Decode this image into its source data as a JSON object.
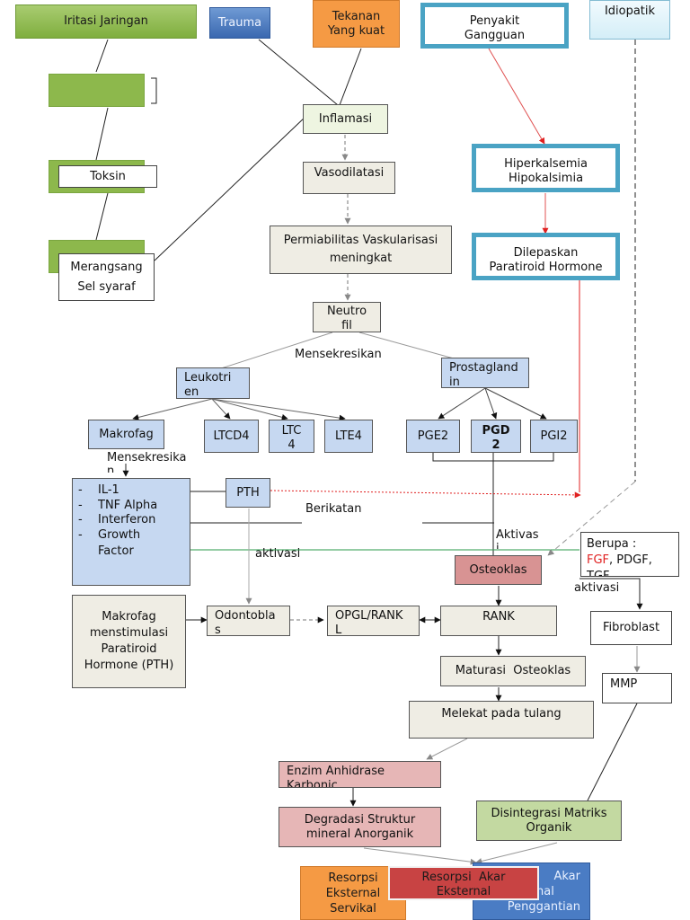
{
  "top": {
    "iritasi": "Iritasi Jaringan",
    "trauma": "Trauma",
    "tekanan_1": "Tekanan",
    "tekanan_2": "Yang kuat",
    "penyakit_1": "Penyakit",
    "penyakit_2": "Gangguan",
    "idiopatik": "Idiopatik"
  },
  "left": {
    "toksin": "Toksin",
    "merangsang_1": "Merangsang",
    "merangsang_2": "Sel syaraf"
  },
  "center": {
    "inflamasi": "Inflamasi",
    "vasodilatasi": "Vasodilatasi",
    "permiabilitas_1": "Permiabilitas Vaskularisasi",
    "permiabilitas_2": "meningkat",
    "neutro_1": "Neutro",
    "neutro_2": "fil",
    "mensekresikan": "Mensekresikan",
    "leukotri_1": "Leukotri",
    "leukotri_2": "en",
    "prostag_1": "Prostagland",
    "prostag_2": "in",
    "makrofag": "Makrofag",
    "ltcd4": "LTCD4",
    "ltc_1": "LTC",
    "ltc_2": "4",
    "lte4": "LTE4",
    "pge2": "PGE2",
    "pgd_1": "PGD",
    "pgd_2": "2",
    "pgi2": "PGI2"
  },
  "right": {
    "hiper_1": "Hiperkalsemia",
    "hiper_2": "Hipokalsimia",
    "dilepas_1": "Dilepaskan",
    "dilepas_2": "Paratiroid Hormone"
  },
  "middle": {
    "mensekresika_1": "Mensekresika",
    "mensekresika_2": "n",
    "il_list": [
      "IL-1",
      "TNF Alpha",
      "Interferon",
      "Growth"
    ],
    "factor": "Factor",
    "pth": "PTH",
    "berikatan": "Berikatan",
    "aktivasi_left": "aktivasi",
    "aktivasi_center_1": "Aktivas",
    "aktivasi_center_2": "i",
    "osteoklas": "Osteoklas",
    "berupa_1": "Berupa :",
    "berupa_fgf": "FGF",
    "berupa_rest": ", PDGF,",
    "berupa_3": "TGF",
    "aktivasi_right": "aktivasi"
  },
  "lower": {
    "mak_pth_1": "Makrofag",
    "mak_pth_2": "menstimulasi",
    "mak_pth_3": "Paratiroid",
    "mak_pth_4": "Hormone (PTH)",
    "odonto_1": "Odontobla",
    "odonto_2": "s",
    "opgl_1": "OPGL/RANK",
    "opgl_2": "L",
    "rank": "RANK",
    "fibroblast": "Fibroblast",
    "maturasi": "Maturasi  Osteoklas",
    "mmp": "MMP",
    "melekat": "Melekat pada tulang",
    "enzim_1": "Enzim Anhidrase",
    "enzim_2": "Karbonic",
    "degradasi_1": "Degradasi Struktur",
    "degradasi_2": "mineral Anorganik",
    "disinteg_1": "Disintegrasi Matriks",
    "disinteg_2": "Organik"
  },
  "bottom": {
    "ext_serv_1": "Resorpsi",
    "ext_serv_2": "Eksternal",
    "ext_serv_3": "Servikal",
    "ext_1": "Resorpsi  Akar",
    "ext_2": "Eksternal",
    "blue_1": "Akar",
    "blue_2": "nal",
    "blue_3": "Penggantian"
  },
  "colors": {
    "line": "#222222",
    "arrow_red": "#e02020",
    "arrow_green": "#2a9a4a"
  }
}
